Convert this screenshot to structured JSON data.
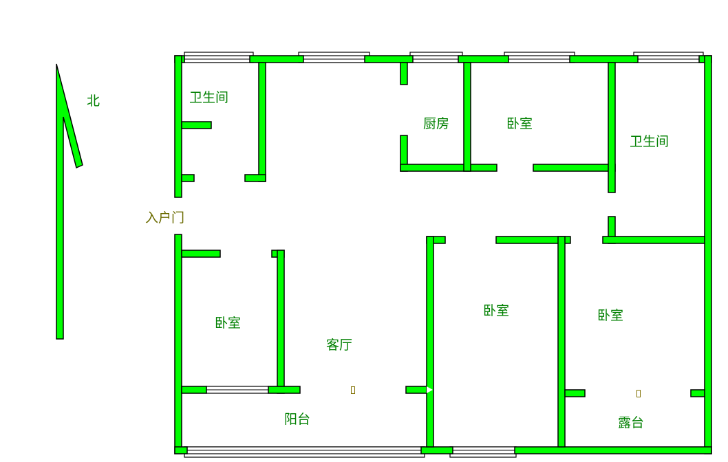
{
  "compass": {
    "label": "北"
  },
  "entrance": {
    "label": "入户门"
  },
  "rooms": {
    "bath_left": "卫生间",
    "kitchen": "厨房",
    "bedroom_top": "卧室",
    "bath_right": "卫生间",
    "bedroom_left": "卧室",
    "living": "客厅",
    "bedroom_middle": "卧室",
    "bedroom_right": "卧室",
    "balcony": "阳台",
    "terrace": "露台"
  },
  "colors": {
    "wall": "#00ff00",
    "label": "#008000"
  }
}
